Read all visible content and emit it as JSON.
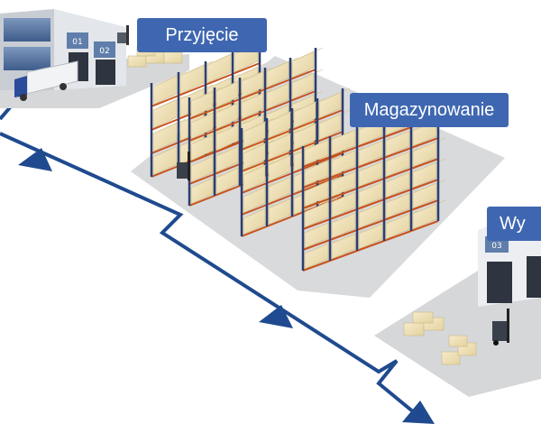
{
  "stages": {
    "receiving": "Przyjęcie",
    "storage": "Magazynowanie",
    "shipping": "Wy"
  },
  "dock_numbers": {
    "d1": "01",
    "d2": "02",
    "d3": "03"
  },
  "colors": {
    "label_bg": "#3f67b1",
    "flow_line": "#1f4a8f",
    "rack_upright": "#2c3e6e",
    "rack_beam": "#c9521c",
    "pallet_load": "#f1e3b8",
    "floor": "#d6d7d9",
    "building_glass": "#4c6d9c"
  },
  "icons": {
    "flow_arrow": "arrow-down-right-icon",
    "truck": "truck-icon",
    "forklift": "forklift-icon"
  }
}
